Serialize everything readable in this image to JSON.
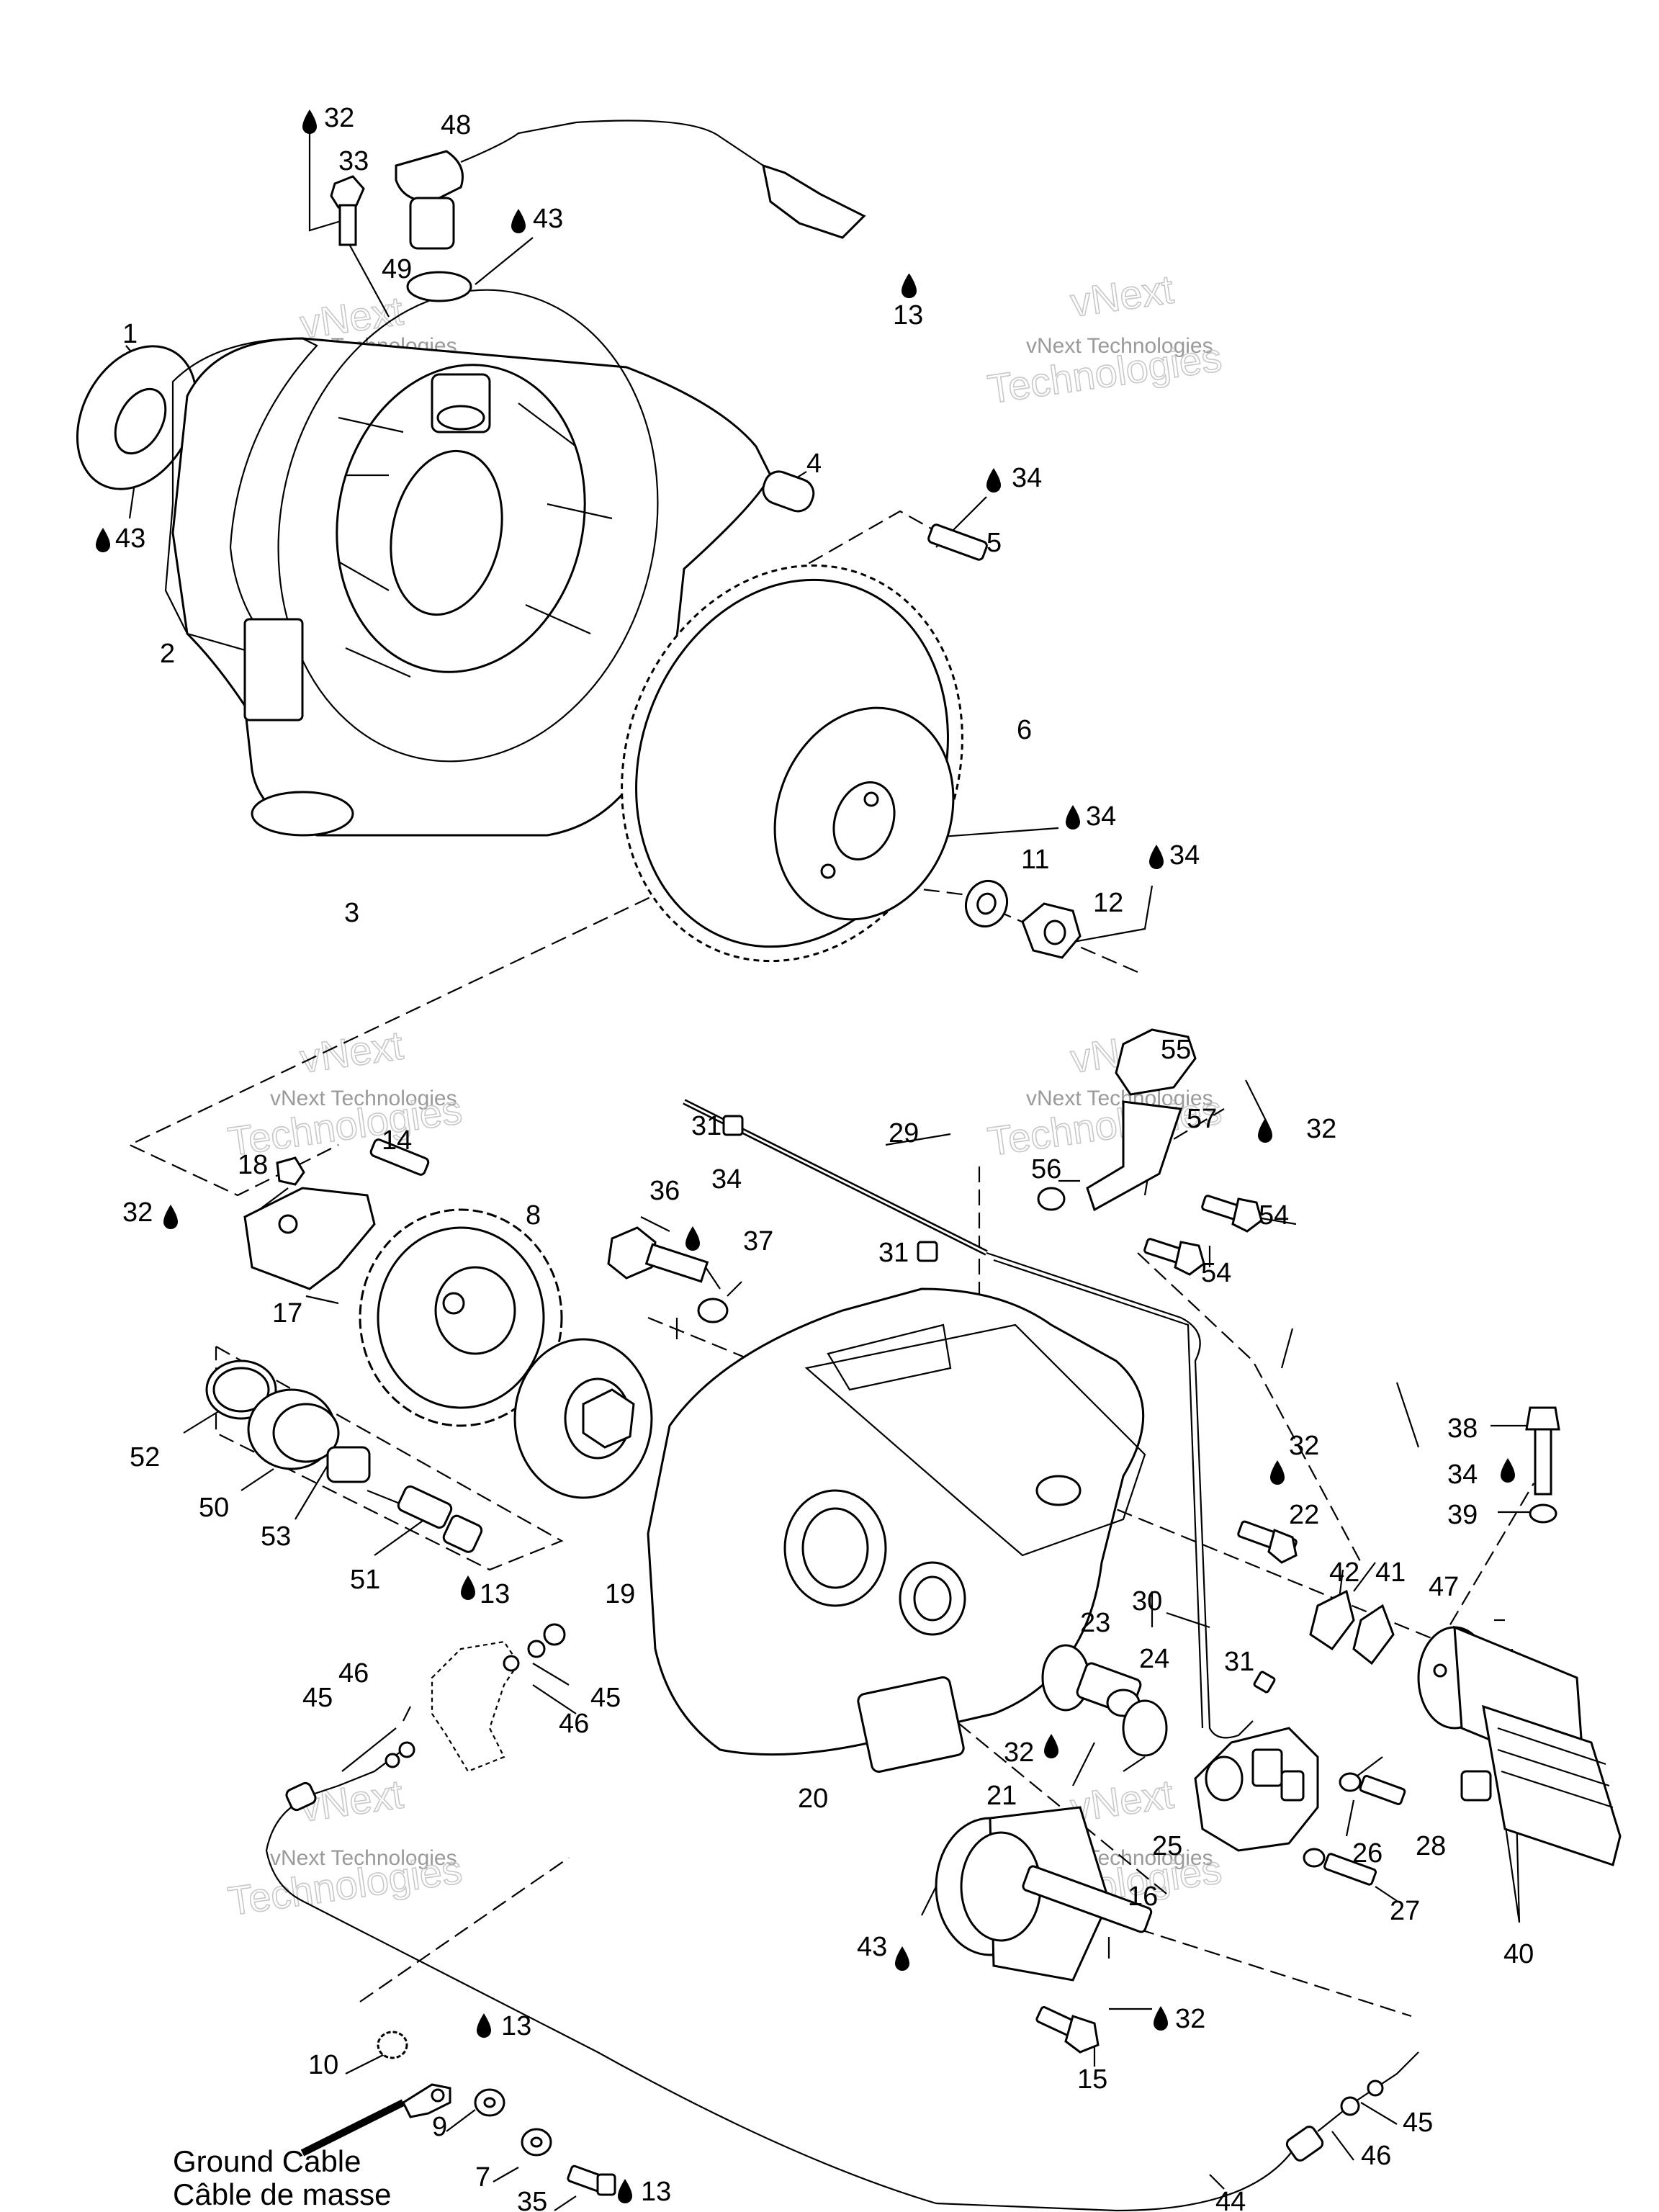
{
  "watermark": {
    "line1": "vNext",
    "line2": "vNext Technologies",
    "line3": "Technologies"
  },
  "caption": {
    "en": "Ground Cable",
    "fr": "Câble de masse"
  },
  "labels": {
    "l48": "48",
    "l32a": "32",
    "l33": "33",
    "l43a": "43",
    "l49": "49",
    "l13a": "13",
    "l1": "1",
    "l43b": "43",
    "l2": "2",
    "l3": "3",
    "l4": "4",
    "l34a": "34",
    "l5": "5",
    "l6": "6",
    "l34b": "34",
    "l11": "11",
    "l12": "12",
    "l34c": "34",
    "l55": "55",
    "l57": "57",
    "l32b": "32",
    "l56": "56",
    "l54a": "54",
    "l54b": "54",
    "l29": "29",
    "l31a": "31",
    "l31b": "31",
    "l36": "36",
    "l34d": "34",
    "l37": "37",
    "l18": "18",
    "l14": "14",
    "l32c": "32",
    "l17": "17",
    "l8": "8",
    "l52": "52",
    "l50": "50",
    "l53": "53",
    "l51": "51",
    "l13b": "13",
    "l19": "19",
    "l20": "20",
    "l22": "22",
    "l32d": "32",
    "l38": "38",
    "l34e": "34",
    "l39": "39",
    "l42": "42",
    "l41": "41",
    "l47": "47",
    "l30": "30",
    "l23": "23",
    "l24": "24",
    "l31c": "31",
    "l32e": "32",
    "l21": "21",
    "l25": "25",
    "l26": "26",
    "l28": "28",
    "l27": "27",
    "l40": "40",
    "l16": "16",
    "l43c": "43",
    "l32f": "32",
    "l15": "15",
    "l46a": "46",
    "l45a": "45",
    "l46b": "46",
    "l45b": "45",
    "l10": "10",
    "l13c": "13",
    "l9": "9",
    "l7": "7",
    "l35": "35",
    "l13d": "13",
    "l45c": "45",
    "l46c": "46",
    "l44": "44"
  }
}
